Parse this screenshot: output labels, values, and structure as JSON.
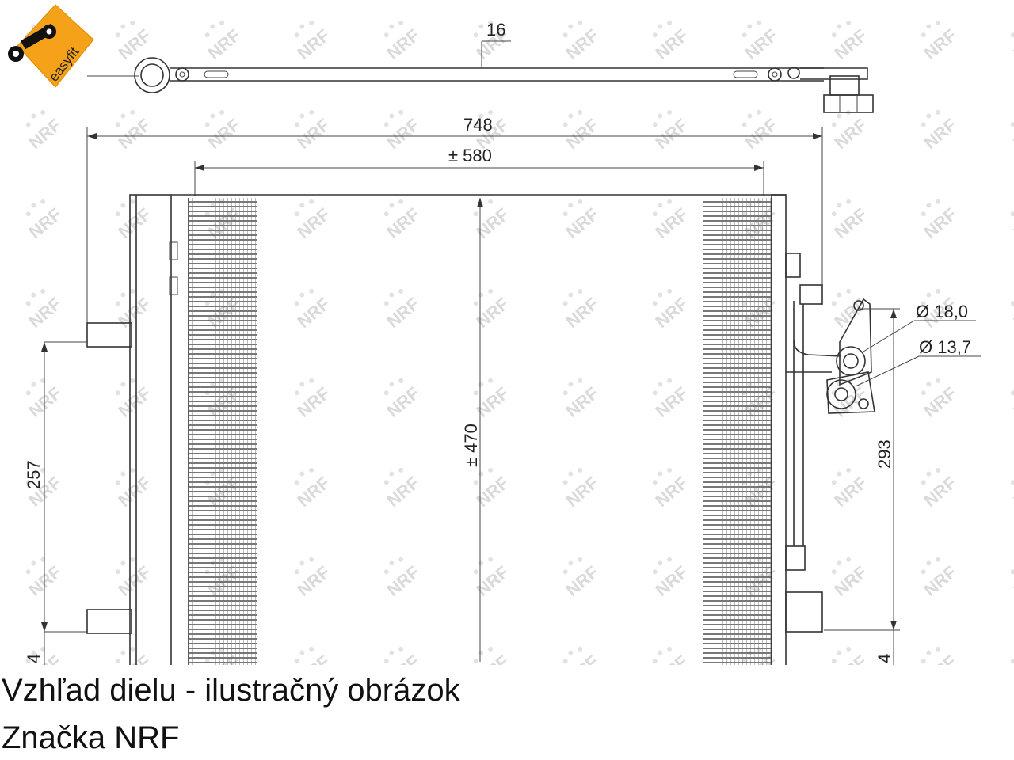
{
  "logo": {
    "text": "easyfit",
    "color": "#f5a21a"
  },
  "watermark": {
    "text": "NRF",
    "color": "#dadada"
  },
  "dimensions": {
    "top_pipe": "16",
    "overall_width": "748",
    "core_width": "± 580",
    "core_height": "± 470",
    "left_height": "257",
    "right_height": "293",
    "left_bottom": "4",
    "right_bottom": "4",
    "port_large": "Ø 18,0",
    "port_small": "Ø 13,7"
  },
  "caption": {
    "line1": "Vzhľad dielu - ilustračný obrázok",
    "line2": "Značka NRF"
  }
}
